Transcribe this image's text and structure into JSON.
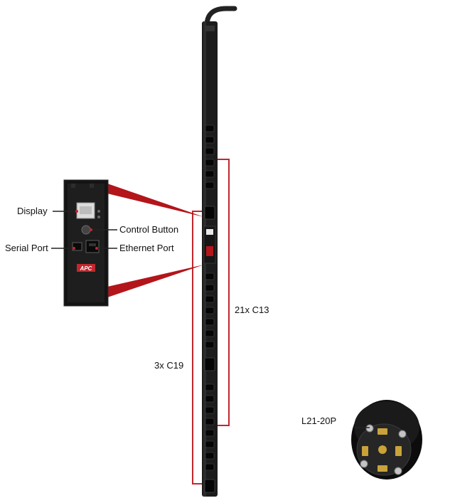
{
  "callouts": {
    "display": "Display",
    "control_button": "Control Button",
    "serial_port": "Serial Port",
    "ethernet_port": "Ethernet Port"
  },
  "brand_logo": "APC",
  "counts": {
    "c13": "21x C13",
    "c19": "3x C19"
  },
  "plug": {
    "label": "L21-20P"
  },
  "colors": {
    "pdu_body": "#1c1c1c",
    "bracket": "#c0282d",
    "zoom_wedge": "#b3151b",
    "logo": "#c0282d"
  }
}
